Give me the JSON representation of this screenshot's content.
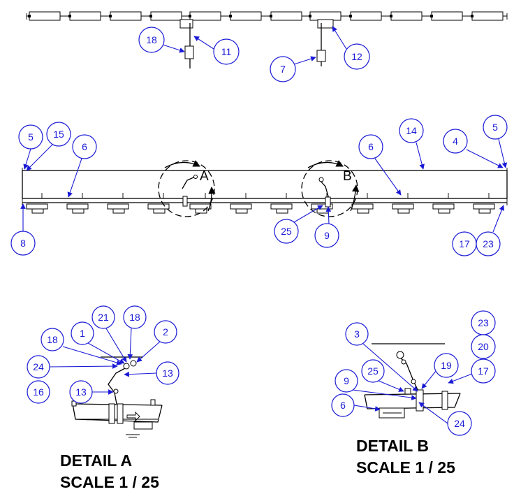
{
  "detail_labels": {
    "a": "A",
    "b": "B"
  },
  "detail_a": {
    "title": "DETAIL  A",
    "scale": "SCALE 1 / 25"
  },
  "detail_b": {
    "title": "DETAIL  B",
    "scale": "SCALE 1 / 25"
  },
  "balloons": {
    "top": [
      "18",
      "11",
      "7",
      "12"
    ],
    "main": [
      "5",
      "15",
      "6",
      "6",
      "14",
      "4",
      "5",
      "8",
      "25",
      "9",
      "17",
      "23"
    ],
    "det_a": [
      "21",
      "18",
      "1",
      "18",
      "2",
      "24",
      "13",
      "16",
      "13"
    ],
    "det_b": [
      "23",
      "20",
      "3",
      "19",
      "17",
      "25",
      "9",
      "6",
      "24"
    ]
  },
  "colors": {
    "balloon": "#1a1ad6",
    "lines": "#000000"
  }
}
